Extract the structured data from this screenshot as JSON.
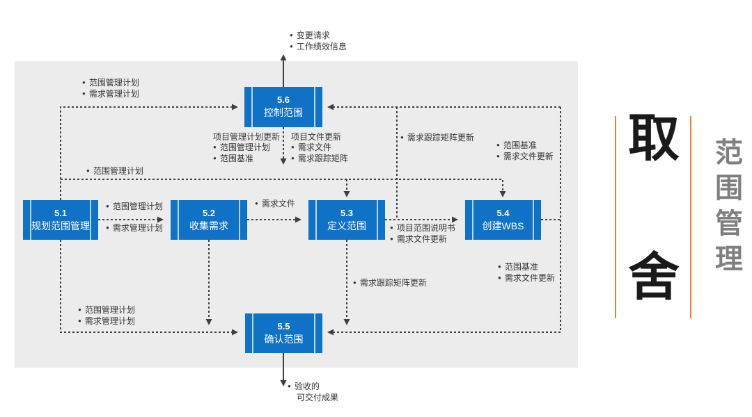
{
  "colors": {
    "process_box": "#0F72C6",
    "panel_background": "#ECECEC",
    "connector": "#3F3F3F",
    "accent_orange": "#ED7D31",
    "big_text": "#1A1A1A",
    "vertical_title": "#7F7F7F"
  },
  "boxes": {
    "b51": {
      "number": "5.1",
      "name": "规划范围管理"
    },
    "b52": {
      "number": "5.2",
      "name": "收集需求"
    },
    "b53": {
      "number": "5.3",
      "name": "定义范围"
    },
    "b54": {
      "number": "5.4",
      "name": "创建WBS"
    },
    "b55": {
      "number": "5.5",
      "name": "确认范围"
    },
    "b56": {
      "number": "5.6",
      "name": "控制范围"
    }
  },
  "labels": {
    "out_56_up": {
      "items": [
        "变更请求",
        "工作绩效信息"
      ]
    },
    "in_56_left": {
      "items": [
        "范围管理计划",
        "需求管理计划"
      ]
    },
    "upd_pm_plan": {
      "header": "项目管理计划更新",
      "items": [
        "范围管理计划",
        "范围基准"
      ]
    },
    "upd_docs": {
      "header": "项目文件更新",
      "items": [
        "需求文件",
        "需求跟踪矩阵"
      ]
    },
    "scope_plan_mid": {
      "items": [
        "范围管理计划"
      ]
    },
    "rtm_top": {
      "items": [
        "需求跟踪矩阵更新"
      ]
    },
    "baseline_top": {
      "items": [
        "范围基准",
        "需求文件更新"
      ]
    },
    "plan_above_5152": {
      "items": [
        "范围管理计划"
      ]
    },
    "plan_below_5152": {
      "items": [
        "需求管理计划"
      ]
    },
    "req_docs": {
      "items": [
        "需求文件"
      ]
    },
    "out_53": {
      "items": [
        "项目范围说明书",
        "需求文件更新"
      ]
    },
    "rtm_bottom": {
      "items": [
        "需求跟踪矩阵更新"
      ]
    },
    "baseline_bottom": {
      "items": [
        "范围基准",
        "需求文件更新"
      ]
    },
    "in_55_left": {
      "items": [
        "范围管理计划",
        "需求管理计划"
      ]
    },
    "out_55_down": {
      "items": [
        "验收的"
      ],
      "continuation": "可交付成果"
    }
  },
  "right_panel": {
    "big_top": "取",
    "big_bottom": "舍",
    "vertical_title": "范围管理"
  }
}
